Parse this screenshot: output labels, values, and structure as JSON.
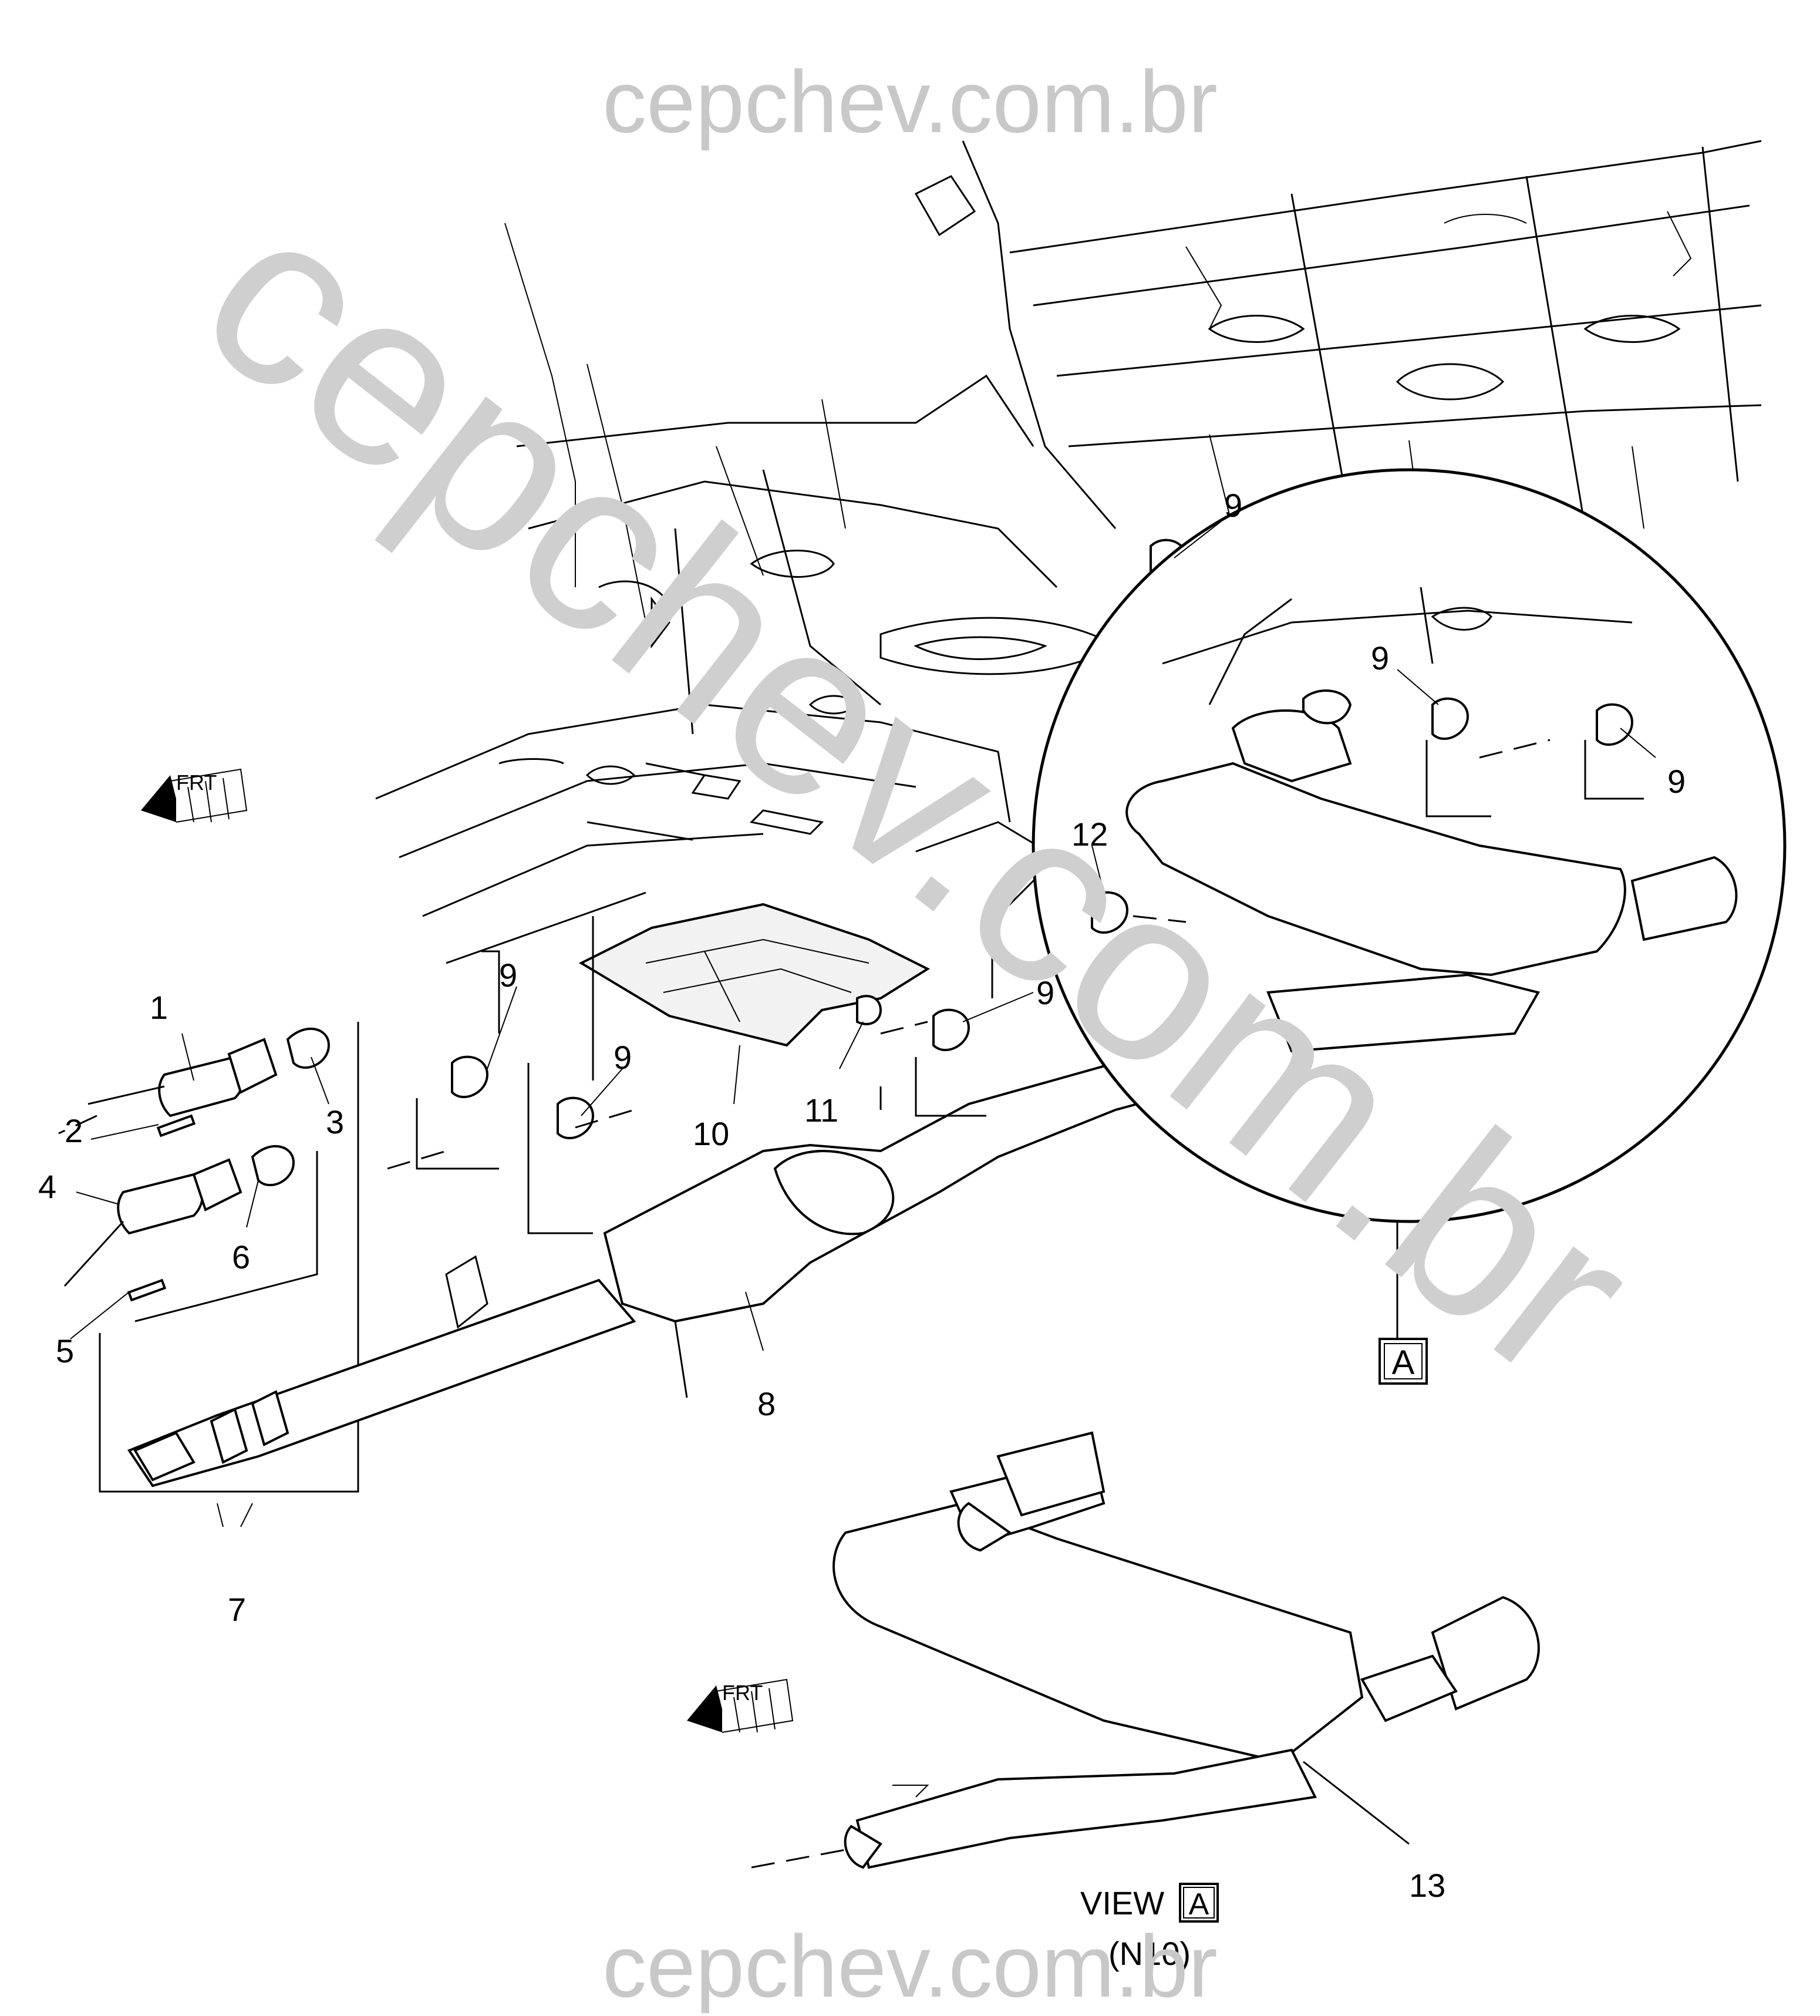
{
  "watermark": {
    "top": "cepchev.com.br",
    "bottom": "cepchev.com.br",
    "diagonal": "cepchev.com.br"
  },
  "view_box_letter": "A",
  "caption": {
    "view": "VIEW",
    "view_letter": "A",
    "code": "(N10)"
  },
  "front_marker": "FRT",
  "callouts": {
    "c1": "1",
    "c2": "2",
    "c3": "3",
    "c4": "4",
    "c5": "5",
    "c6": "6",
    "c7": "7",
    "c8": "8",
    "c9": "9",
    "c10": "10",
    "c11": "11",
    "c12": "12",
    "c13": "13"
  }
}
